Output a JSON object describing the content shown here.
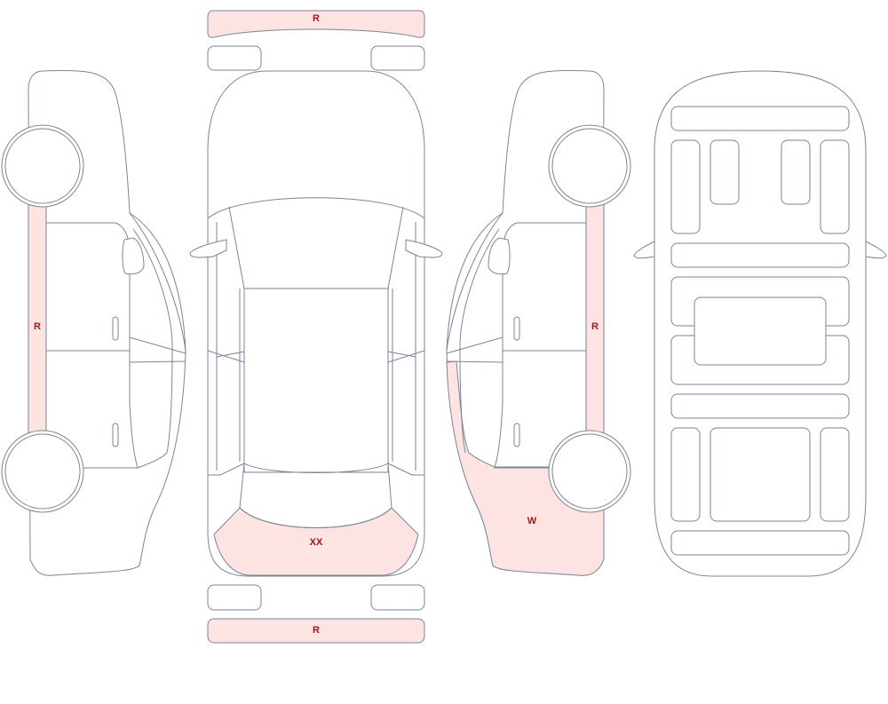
{
  "damage_fill": "#fde3e1",
  "label_color": "#a01818",
  "outline_color": "#7a8597",
  "labels": {
    "front_bumper": "R",
    "rear_bumper": "R",
    "left_sill": "R",
    "right_sill": "R",
    "rear_panel": "XX",
    "right_rear_quarter": "W"
  }
}
